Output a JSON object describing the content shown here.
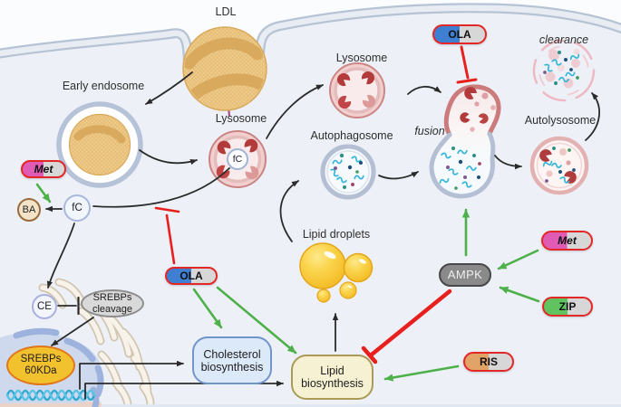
{
  "figure": {
    "labels": {
      "ldl": "LDL",
      "early_endosome": "Early endosome",
      "lysosome_left": "Lysosome",
      "lysosome_top": "Lysosome",
      "autophagosome": "Autophagosome",
      "fusion": "fusion",
      "clearance": "clearance",
      "autolysosome": "Autolysosome",
      "lipid_droplets": "Lipid droplets"
    },
    "molecules": {
      "fc_in_lysosome": "fC",
      "fc_cytosol": "fC",
      "ba": "BA",
      "ce": "CE"
    },
    "nodes": {
      "ampk": "AMPK",
      "srebps_cleavage": "SREBPs cleavage",
      "srebps_60kda": "SREBPs 60KDa",
      "cholesterol_biosynthesis": "Cholesterol biosynthesis",
      "lipid_biosynthesis": "Lipid biosynthesis"
    },
    "drugs": {
      "met_left": "Met",
      "ola_top": "OLA",
      "ola_center": "OLA",
      "met_right": "Met",
      "zip": "ZIP",
      "ris": "RIS"
    },
    "colors": {
      "activation_green": "#4db04a",
      "inhibition_red": "#e8201d",
      "membrane_blue": "#b5c3d4",
      "met_pink": "#e05cb4",
      "ola_blue": "#3f7fd2",
      "zip_green": "#5fc45f",
      "ris_orange": "#e2a366",
      "ampk_gray": "#8a8a8a",
      "srebp_yellow": "#f2c12e",
      "nucleus_blue": "#cfd9ed",
      "lysosome_pink": "#cb7b7b",
      "droplet_yellow": "#f6bd27"
    }
  }
}
